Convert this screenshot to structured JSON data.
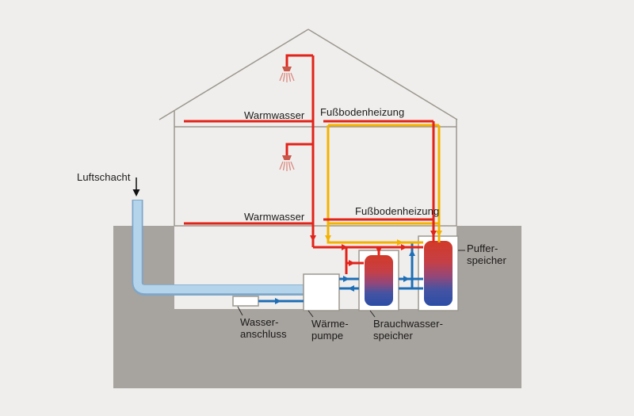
{
  "diagram": {
    "title_hint": "Heat pump house heating schematic",
    "labels": {
      "luftschacht": "Luftschacht",
      "warmwasser_upper": "Warmwasser",
      "fussbodenheizung_upper": "Fußbodenheizung",
      "warmwasser_main": "Warmwasser",
      "fussbodenheizung_main": "Fußbodenheizung",
      "wasseranschluss": "Wasser-\nanschluss",
      "waermepumpe": "Wärme-\npumpe",
      "brauchwasserspeicher": "Brauchwasser-\nspeicher",
      "pufferspeicher": "Puffer-\nspeicher"
    },
    "colors": {
      "hot_water_pipe": "#e2231a",
      "floor_heating_pipe": "#f3b200",
      "cold_water_pipe": "#1d6eb7",
      "air_duct_fill": "#b3d4ea",
      "air_duct_edge": "#7ea6c8",
      "ground": "#a7a39e",
      "outline": "#9b978f",
      "tank_top": "#d23a28",
      "tank_bottom": "#2b4ea6",
      "background": "#f0eeec",
      "text": "#1a1a1a"
    }
  }
}
